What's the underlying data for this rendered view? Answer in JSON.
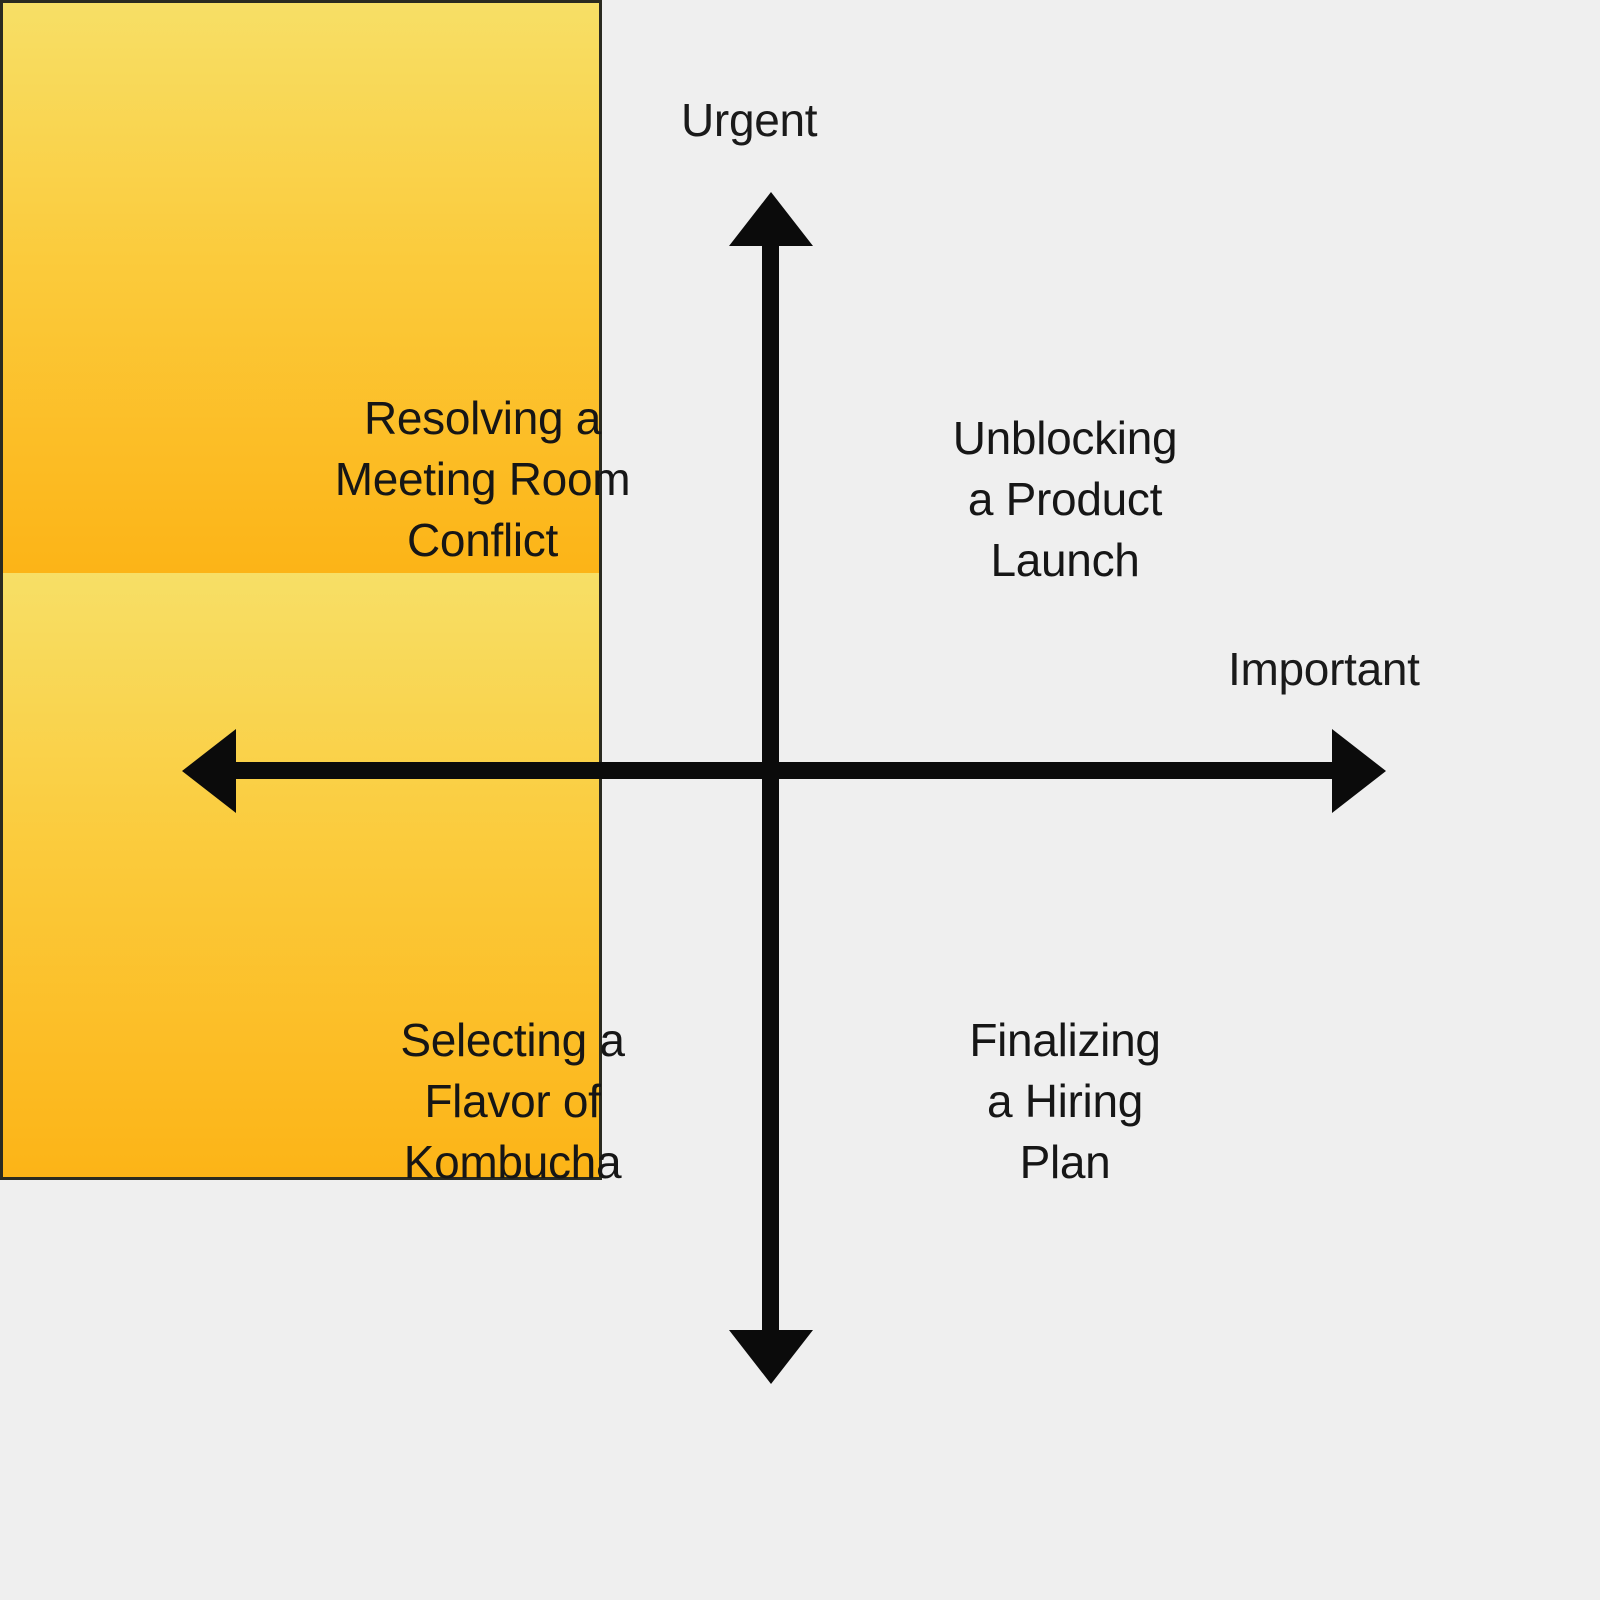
{
  "chart_data": {
    "type": "scatter",
    "title": "",
    "subtitle": "",
    "xlabel": "Important",
    "ylabel": "Urgent",
    "grid": false,
    "legend": null,
    "axis_style": "four-way double arrows through origin",
    "background_color": "#efefef",
    "accent_color_light": "#f7df66",
    "accent_color_dark": "#fcb417",
    "axis_color": "#0b0b0b",
    "text_color": "#161616",
    "quadrants": [
      {
        "id": "urgent-not-important",
        "position": "top-left",
        "highlighted": false,
        "lines": [
          "Resolving a",
          "Meeting Room",
          "Conflict"
        ],
        "text": "Resolving a Meeting Room Conflict"
      },
      {
        "id": "urgent-important",
        "position": "top-right",
        "highlighted": true,
        "lines": [
          "Unblocking",
          "a Product",
          "Launch"
        ],
        "text": "Unblocking a Product Launch"
      },
      {
        "id": "not-urgent-not-important",
        "position": "bottom-left",
        "highlighted": false,
        "lines": [
          "Selecting a",
          "Flavor of",
          "Kombucha"
        ],
        "text": "Selecting a Flavor of Kombucha"
      },
      {
        "id": "not-urgent-important",
        "position": "bottom-right",
        "highlighted": true,
        "lines": [
          "Finalizing",
          "a Hiring",
          "Plan"
        ],
        "text": "Finalizing a Hiring Plan"
      }
    ]
  },
  "axes": {
    "y_label": "Urgent",
    "x_label": "Important"
  },
  "quadrant_labels": {
    "top_left": {
      "line1": "Resolving a",
      "line2": "Meeting Room",
      "line3": "Conflict"
    },
    "top_right": {
      "line1": "Unblocking",
      "line2": "a Product",
      "line3": "Launch"
    },
    "bottom_left": {
      "line1": "Selecting a",
      "line2": "Flavor of",
      "line3": "Kombucha"
    },
    "bottom_right": {
      "line1": "Finalizing",
      "line2": "a Hiring",
      "line3": "Plan"
    }
  }
}
